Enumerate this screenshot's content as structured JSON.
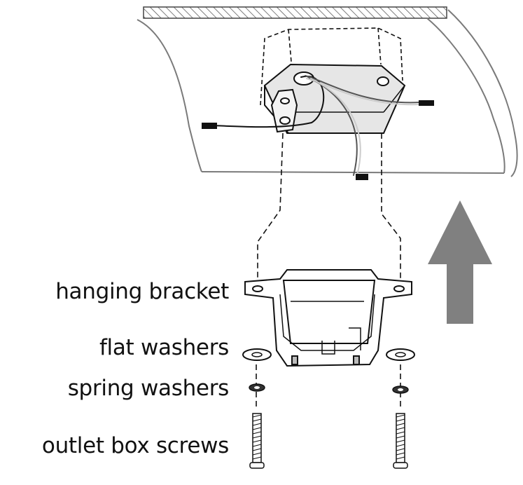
{
  "labels": {
    "hanging_bracket": "hanging bracket",
    "flat_washers": "flat washers",
    "spring_washers": "spring washers",
    "outlet_box_screws": "outlet box screws"
  },
  "colors": {
    "line": "#111111",
    "arrow": "#808080",
    "box_fill": "#e6e6e6",
    "ceiling_outline": "#7a7a7a"
  },
  "icons": {
    "direction": "up-arrow-icon"
  }
}
